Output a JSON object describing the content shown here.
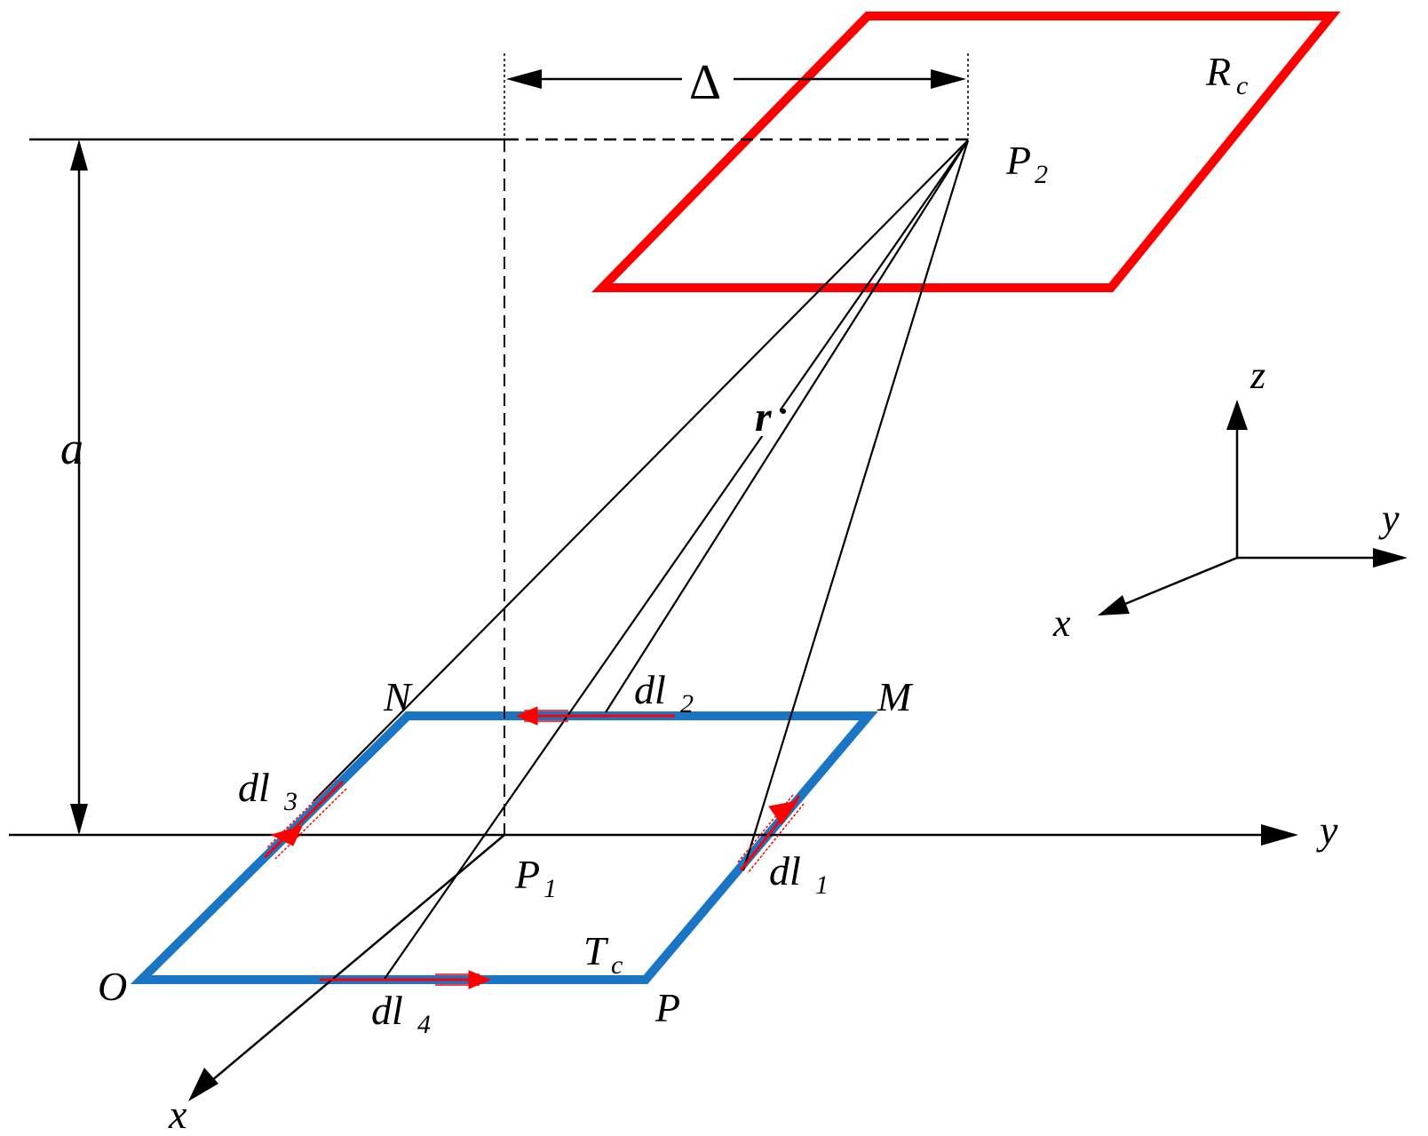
{
  "colors": {
    "transmit_coil": "#1a75c4",
    "receive_coil": "#ff0000",
    "lines": "#000000",
    "current_arrows": "#ff0000"
  },
  "labels": {
    "delta": "Δ",
    "R": "R",
    "R_sub": "c",
    "P2": "P",
    "P2_sub": "2",
    "a": "a",
    "r": "r",
    "z": "z",
    "y_small": "y",
    "x_small": "x",
    "N": "N",
    "M": "M",
    "dl2": "dl",
    "dl2_sub": "2",
    "dl3": "dl",
    "dl3_sub": "3",
    "dl1": "dl",
    "dl1_sub": "1",
    "P1": "P",
    "P1_sub": "1",
    "y_axis": "y",
    "O": "O",
    "T": "T",
    "T_sub": "c",
    "P": "P",
    "dl4": "dl",
    "dl4_sub": "4",
    "x_axis": "x"
  }
}
